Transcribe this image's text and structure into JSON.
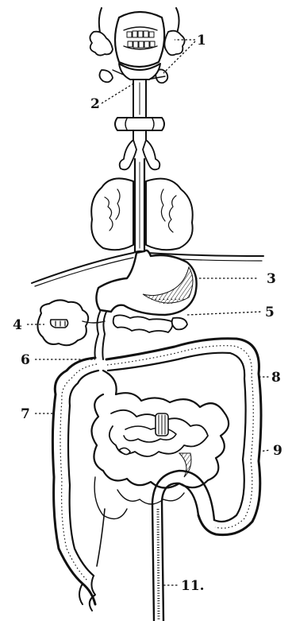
{
  "labels": {
    "l1": "1",
    "l2": "2",
    "l3": "3",
    "l4": "4",
    "l5": "5",
    "l6": "6",
    "l7": "7",
    "l8": "8",
    "l9": "9",
    "l11": "11."
  },
  "colors": {
    "ink": "#111111",
    "paper": "#ffffff"
  }
}
